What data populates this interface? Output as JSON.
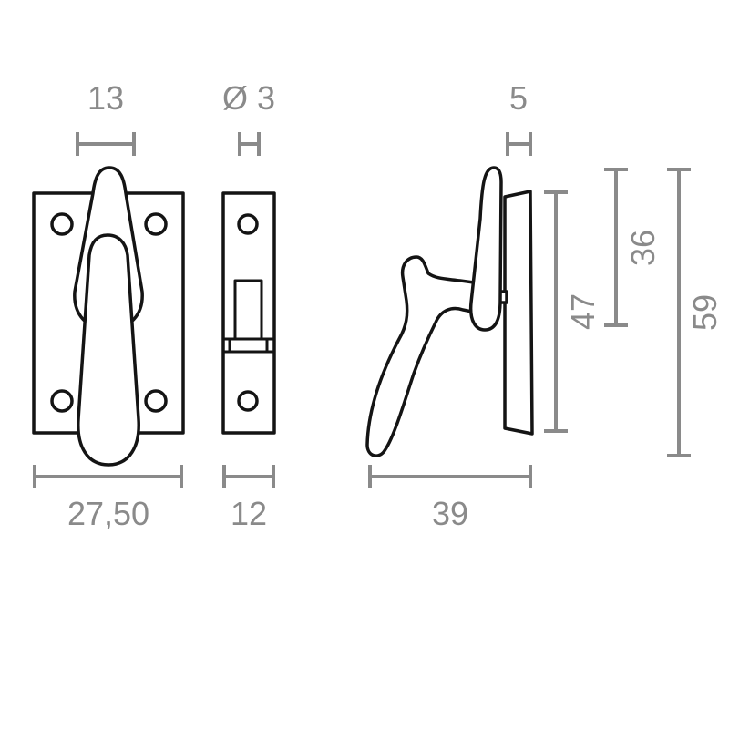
{
  "dimensions": {
    "front_handle_width": "13",
    "pin_diameter": "Ø 3",
    "side_top_width": "5",
    "plate_width": "27,50",
    "keeper_width": "12",
    "side_depth": "39",
    "side_height_inner": "36",
    "side_height_plate": "47",
    "side_height_total": "59"
  },
  "colors": {
    "dimension": "#8a8a8a",
    "outline": "#141414",
    "background": "#ffffff"
  }
}
